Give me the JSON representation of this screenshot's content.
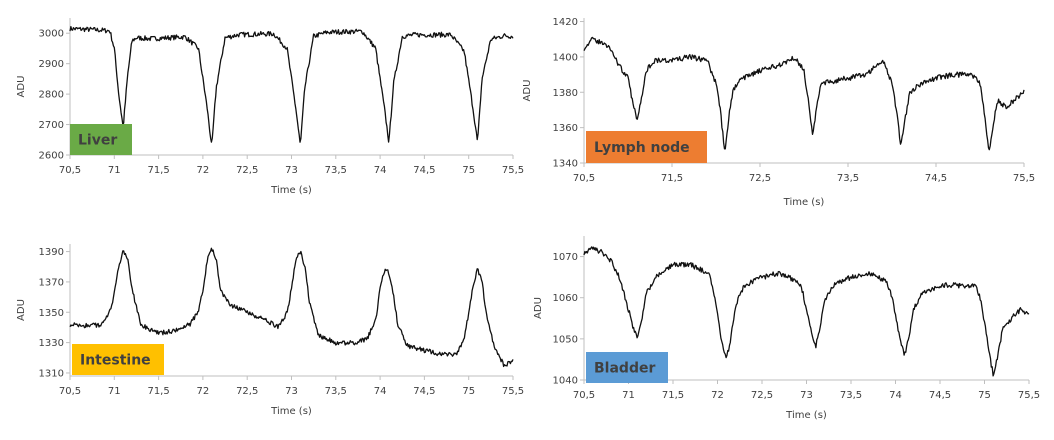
{
  "chart_data": [
    {
      "type": "line",
      "label": "Liver",
      "label_color": "#6aaa46",
      "xlabel": "Time (s)",
      "ylabel": "ADU",
      "xlim": [
        70.5,
        75.5
      ],
      "ylim": [
        2600,
        3050
      ],
      "xticks": [
        "70,5",
        "71",
        "71,5",
        "72",
        "72,5",
        "73",
        "73,5",
        "74",
        "74,5",
        "75",
        "75,5"
      ],
      "yticks": [
        "2600",
        "2700",
        "2800",
        "2900",
        "3000"
      ],
      "series": [
        {
          "x": [
            70.5,
            70.75,
            70.95,
            71.0,
            71.05,
            71.1,
            71.15,
            71.2,
            71.25,
            71.4,
            71.6,
            71.8,
            71.95,
            72.05,
            72.1,
            72.15,
            72.25,
            72.4,
            72.6,
            72.8,
            72.95,
            73.05,
            73.1,
            73.15,
            73.25,
            73.4,
            73.6,
            73.8,
            73.95,
            74.05,
            74.1,
            74.15,
            74.25,
            74.4,
            74.6,
            74.8,
            74.95,
            75.05,
            75.1,
            75.15,
            75.25,
            75.4,
            75.5
          ],
          "y": [
            3015,
            3012,
            3008,
            2950,
            2800,
            2690,
            2860,
            2975,
            2985,
            2982,
            2985,
            2988,
            2950,
            2750,
            2625,
            2820,
            2985,
            2995,
            2997,
            2998,
            2950,
            2750,
            2630,
            2820,
            2990,
            3003,
            3005,
            3006,
            2950,
            2750,
            2640,
            2830,
            2990,
            2995,
            2995,
            2995,
            2940,
            2750,
            2640,
            2850,
            2980,
            2992,
            2990
          ]
        }
      ]
    },
    {
      "type": "line",
      "label": "Lymph node",
      "label_color": "#ed7d31",
      "xlabel": "Time (s)",
      "ylabel": "ADU",
      "xlim": [
        70.5,
        75.5
      ],
      "ylim": [
        1340,
        1422
      ],
      "xticks": [
        "70,5",
        "71,5",
        "72,5",
        "73,5",
        "74,5",
        "75,5"
      ],
      "yticks": [
        "1340",
        "1360",
        "1380",
        "1400",
        "1420"
      ],
      "series": [
        {
          "x": [
            70.5,
            70.6,
            70.7,
            70.8,
            70.9,
            71.0,
            71.05,
            71.1,
            71.15,
            71.2,
            71.3,
            71.5,
            71.7,
            71.9,
            72.0,
            72.05,
            72.1,
            72.15,
            72.2,
            72.3,
            72.5,
            72.7,
            72.9,
            73.0,
            73.05,
            73.1,
            73.15,
            73.2,
            73.3,
            73.5,
            73.7,
            73.9,
            74.0,
            74.05,
            74.1,
            74.15,
            74.2,
            74.3,
            74.5,
            74.7,
            74.9,
            75.0,
            75.05,
            75.1,
            75.15,
            75.2,
            75.3,
            75.4,
            75.5
          ],
          "y": [
            1405,
            1410,
            1408,
            1405,
            1395,
            1388,
            1375,
            1365,
            1375,
            1392,
            1398,
            1398,
            1400,
            1398,
            1385,
            1370,
            1345,
            1368,
            1382,
            1388,
            1392,
            1395,
            1400,
            1392,
            1375,
            1355,
            1375,
            1385,
            1386,
            1388,
            1390,
            1398,
            1385,
            1370,
            1350,
            1365,
            1380,
            1384,
            1388,
            1390,
            1390,
            1385,
            1368,
            1346,
            1362,
            1375,
            1372,
            1376,
            1380
          ]
        }
      ]
    },
    {
      "type": "line",
      "label": "Intestine",
      "label_color": "#ffc000",
      "xlabel": "Time (s)",
      "ylabel": "ADU",
      "xlim": [
        70.5,
        75.5
      ],
      "ylim": [
        1308,
        1395
      ],
      "xticks": [
        "70,5",
        "71",
        "71,5",
        "72",
        "72,5",
        "73",
        "73,5",
        "74",
        "74,5",
        "75",
        "75,5"
      ],
      "yticks": [
        "1310",
        "1330",
        "1350",
        "1370",
        "1390"
      ],
      "series": [
        {
          "x": [
            70.5,
            70.7,
            70.85,
            70.95,
            71.0,
            71.05,
            71.1,
            71.15,
            71.2,
            71.3,
            71.5,
            71.7,
            71.85,
            71.95,
            72.0,
            72.05,
            72.1,
            72.15,
            72.2,
            72.3,
            72.5,
            72.7,
            72.85,
            72.95,
            73.0,
            73.05,
            73.1,
            73.15,
            73.2,
            73.3,
            73.5,
            73.7,
            73.85,
            73.95,
            74.0,
            74.05,
            74.1,
            74.15,
            74.2,
            74.3,
            74.5,
            74.7,
            74.85,
            74.95,
            75.0,
            75.05,
            75.1,
            75.15,
            75.2,
            75.3,
            75.4,
            75.5
          ],
          "y": [
            1342,
            1341,
            1342,
            1350,
            1362,
            1380,
            1390,
            1385,
            1365,
            1342,
            1336,
            1338,
            1342,
            1350,
            1365,
            1385,
            1392,
            1385,
            1365,
            1355,
            1350,
            1345,
            1340,
            1350,
            1365,
            1385,
            1390,
            1380,
            1358,
            1335,
            1330,
            1330,
            1332,
            1345,
            1365,
            1378,
            1376,
            1362,
            1342,
            1328,
            1325,
            1322,
            1322,
            1332,
            1350,
            1368,
            1378,
            1370,
            1348,
            1325,
            1315,
            1318
          ]
        }
      ]
    },
    {
      "type": "line",
      "label": "Bladder",
      "label_color": "#5b9bd5",
      "xlabel": "Time (s)",
      "ylabel": "ADU",
      "xlim": [
        70.5,
        75.5
      ],
      "ylim": [
        1040,
        1075
      ],
      "xticks": [
        "70,5",
        "71",
        "71,5",
        "72",
        "72,5",
        "73",
        "73,5",
        "74",
        "74,5",
        "75",
        "75,5"
      ],
      "yticks": [
        "1040",
        "1050",
        "1060",
        "1070"
      ],
      "series": [
        {
          "x": [
            70.5,
            70.6,
            70.7,
            70.8,
            70.9,
            70.95,
            71.0,
            71.05,
            71.1,
            71.15,
            71.2,
            71.3,
            71.5,
            71.7,
            71.9,
            71.95,
            72.0,
            72.05,
            72.1,
            72.15,
            72.2,
            72.3,
            72.5,
            72.7,
            72.9,
            72.95,
            73.0,
            73.05,
            73.1,
            73.15,
            73.2,
            73.3,
            73.5,
            73.7,
            73.9,
            73.95,
            74.0,
            74.05,
            74.1,
            74.15,
            74.2,
            74.3,
            74.5,
            74.7,
            74.9,
            74.95,
            75.0,
            75.05,
            75.1,
            75.15,
            75.2,
            75.3,
            75.4,
            75.5
          ],
          "y": [
            1071,
            1072,
            1071,
            1069,
            1065,
            1061,
            1057,
            1053,
            1050,
            1055,
            1061,
            1065,
            1068,
            1068,
            1066,
            1062,
            1056,
            1049,
            1045,
            1050,
            1058,
            1063,
            1065,
            1066,
            1064,
            1062,
            1057,
            1052,
            1048,
            1052,
            1059,
            1063,
            1065,
            1066,
            1064,
            1061,
            1056,
            1050,
            1046,
            1050,
            1057,
            1061,
            1063,
            1063,
            1063,
            1060,
            1054,
            1047,
            1041,
            1046,
            1052,
            1055,
            1057,
            1056
          ]
        }
      ]
    }
  ]
}
